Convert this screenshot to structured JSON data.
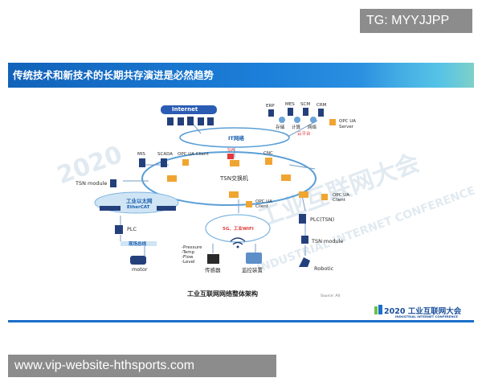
{
  "overlay": {
    "tag": "TG: MYYJJPP",
    "url": "www.vip-website-hthsports.com"
  },
  "slide": {
    "title": "传统技术和新技术的长期共存演进是必然趋势",
    "caption": "工业互联网网络整体架构",
    "source": "Source: AII"
  },
  "watermark": {
    "year": "2020",
    "cn": "工业互联网大会",
    "en": "INDUSTRIAL INTERNET CONFERENCE"
  },
  "logo": {
    "year": "2020",
    "cn": "工业互联网大会",
    "en": "INDUSTRIAL INTERNET CONFERENCE"
  },
  "diagram": {
    "internet": "Internet",
    "it_net": "IT网络",
    "cloud_platform": "云平台",
    "erp": "ERP",
    "mes": "MES",
    "scm": "SCM",
    "crm": "CRM",
    "storage": "存储",
    "compute": "计算",
    "network": "网络",
    "opc_ua_server": "OPC UA Server",
    "mis": "MIS",
    "scada": "SCADA",
    "opc_ua_client_top": "OPC UA Client",
    "sia": "SIA",
    "cnc": "CNC",
    "tsn_switch": "TSN交换机",
    "tsn_module_left": "TSN module",
    "industrial_ethernet": "工业以太网",
    "ethercat": "EtherCAT",
    "plc": "PLC",
    "fieldbus": "现场总线",
    "motor": "motor",
    "opc_ua_client_mid": "OPC UA Client",
    "opc_ua_client_right": "OPC UA Client",
    "wireless": "5G、工业WIFI",
    "pressure": "-Pressure",
    "temp": "-Temp",
    "flow": "-Flow",
    "level": "-Level",
    "sensor": "传感器",
    "monitor": "监控装置",
    "plc_tsn": "PLC(TSN)",
    "tsn_module_right": "TSN module",
    "robotic": "Robotic"
  },
  "colors": {
    "title_blue": "#1a6fc9",
    "ring_blue": "#5c9fd6",
    "switch_orange": "#f0a531",
    "red": "#e23a3a",
    "device_navy": "#23407a"
  }
}
